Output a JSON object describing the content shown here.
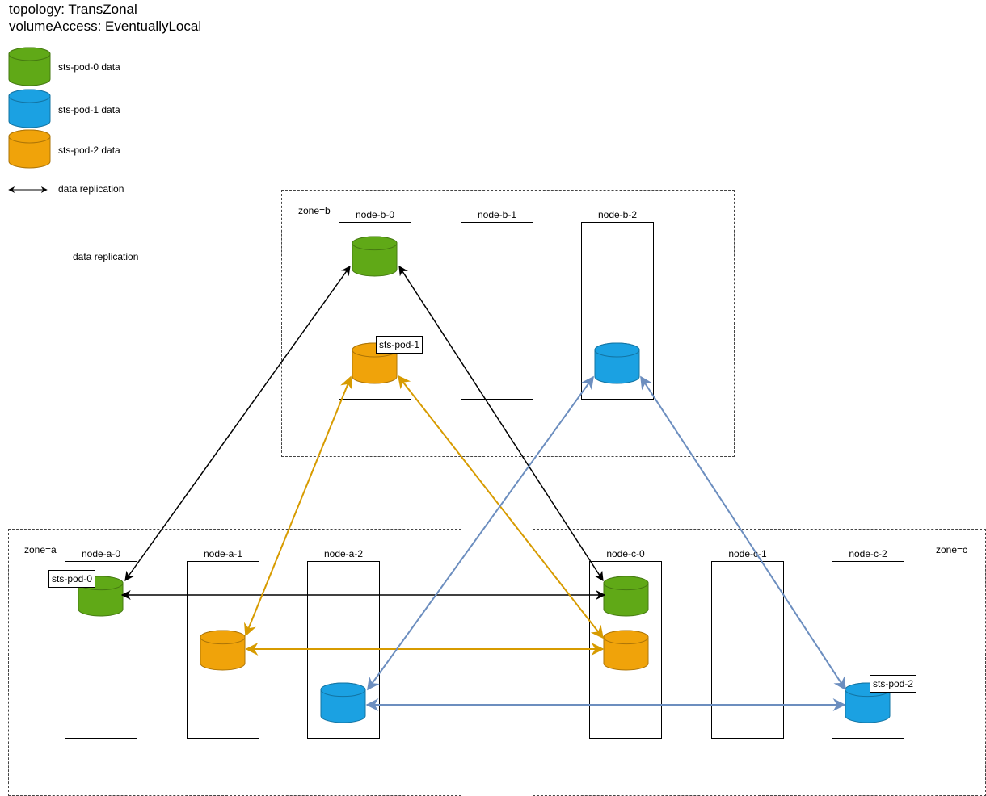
{
  "header": {
    "topology": "topology: TransZonal",
    "volume_access": "volumeAccess: EventuallyLocal"
  },
  "legend": {
    "items": [
      {
        "label": "sts-pod-0 data",
        "color": "#60a917"
      },
      {
        "label": "sts-pod-1 data",
        "color": "#1ba1e2"
      },
      {
        "label": "sts-pod-2 data",
        "color": "#f0a30a"
      }
    ],
    "arrow_label": "data replication"
  },
  "floating_label": "data replication",
  "zones": {
    "a": {
      "label": "zone=a",
      "nodes": [
        "node-a-0",
        "node-a-1",
        "node-a-2"
      ]
    },
    "b": {
      "label": "zone=b",
      "nodes": [
        "node-b-0",
        "node-b-1",
        "node-b-2"
      ]
    },
    "c": {
      "label": "zone=c",
      "nodes": [
        "node-c-0",
        "node-c-1",
        "node-c-2"
      ]
    }
  },
  "pod_tags": {
    "pod0": "sts-pod-0",
    "pod1": "sts-pod-1",
    "pod2": "sts-pod-2"
  },
  "colors": {
    "green": "#60a917",
    "blue": "#1ba1e2",
    "orange": "#f0a30a",
    "black_arrow": "#000000",
    "orange_arrow": "#d79b00",
    "blue_arrow": "#6c8ebf"
  }
}
